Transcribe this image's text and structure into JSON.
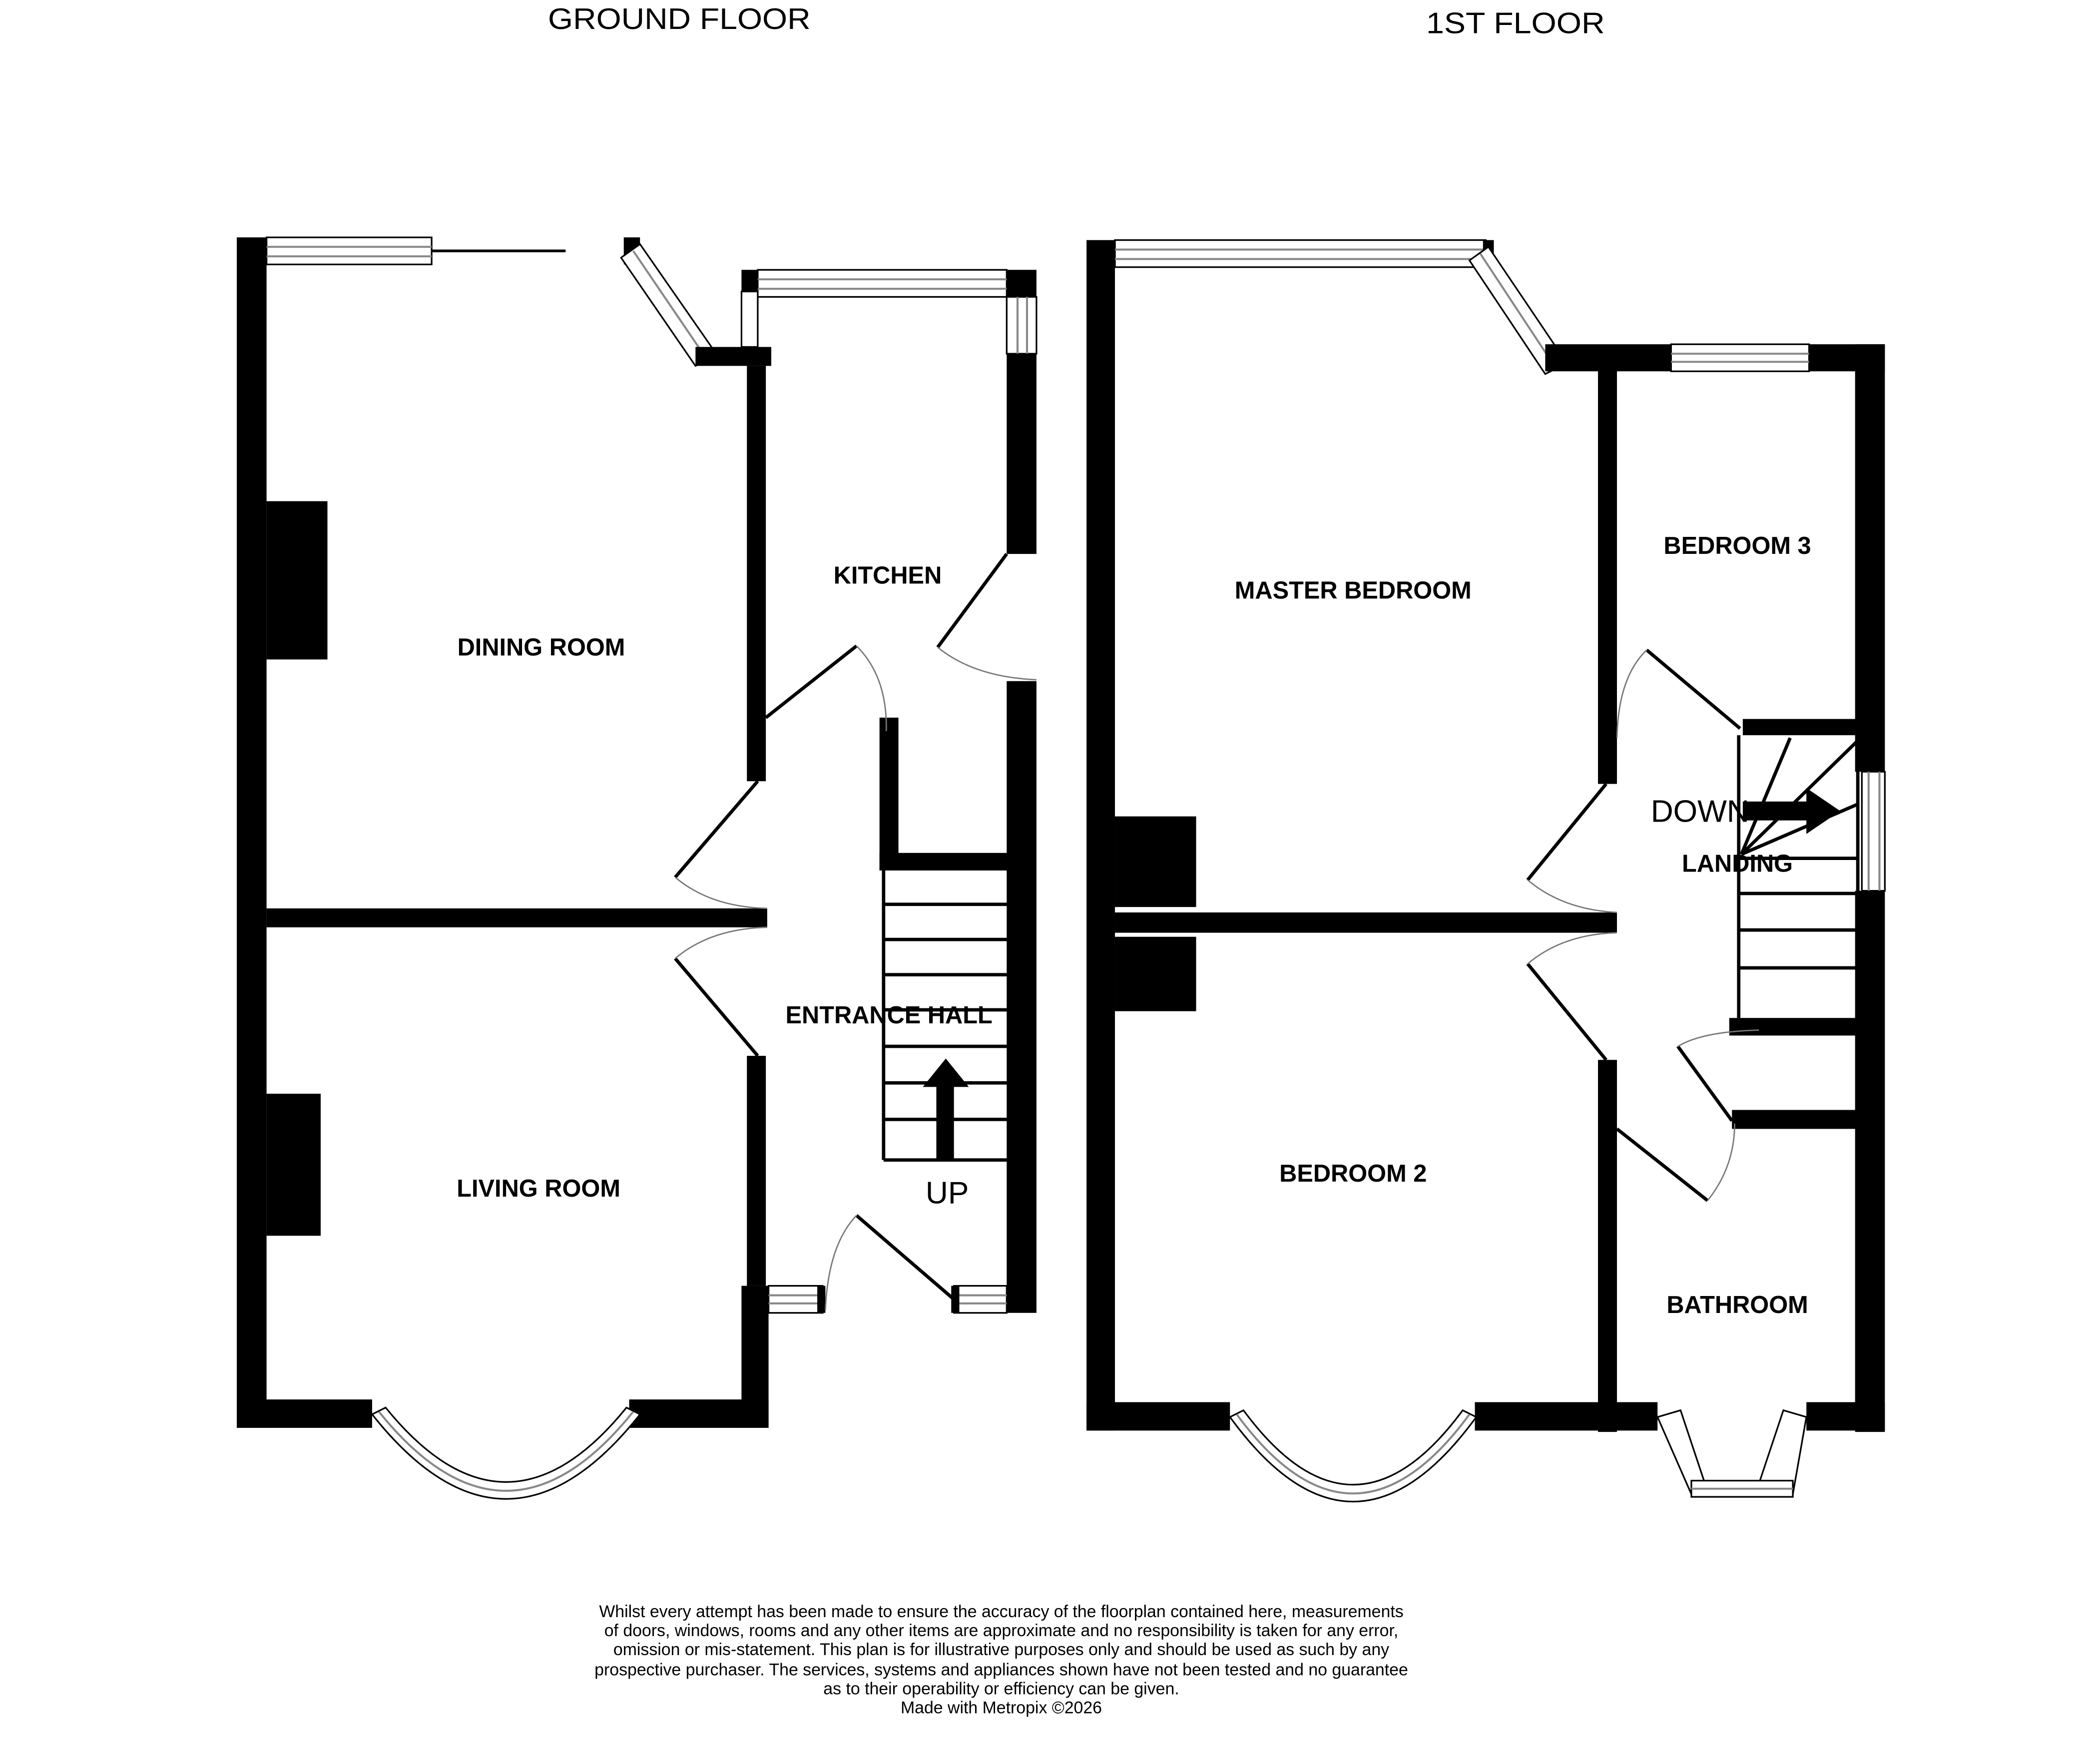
{
  "floors": [
    {
      "title": "GROUND FLOOR",
      "rooms": [
        {
          "label": "DINING ROOM"
        },
        {
          "label": "KITCHEN"
        },
        {
          "label": "ENTRANCE HALL"
        },
        {
          "label": "LIVING ROOM"
        }
      ],
      "stairs_label": "UP"
    },
    {
      "title": "1ST FLOOR",
      "rooms": [
        {
          "label": "MASTER BEDROOM"
        },
        {
          "label": "BEDROOM 3"
        },
        {
          "label": "LANDING"
        },
        {
          "label": "BEDROOM 2"
        },
        {
          "label": "BATHROOM"
        }
      ],
      "stairs_label": "DOWN"
    }
  ],
  "disclaimer": {
    "lines": [
      "Whilst every attempt has been made to ensure the accuracy of the floorplan contained here, measurements",
      "of doors, windows, rooms and any other items are approximate and no responsibility is taken for any error,",
      "omission or mis-statement. This plan is for illustrative purposes only and should be used as such by any",
      "prospective purchaser. The services, systems and appliances shown have not been tested and no guarantee",
      "as to their operability or efficiency can be given."
    ],
    "credit": "Made with Metropix ©2026"
  }
}
